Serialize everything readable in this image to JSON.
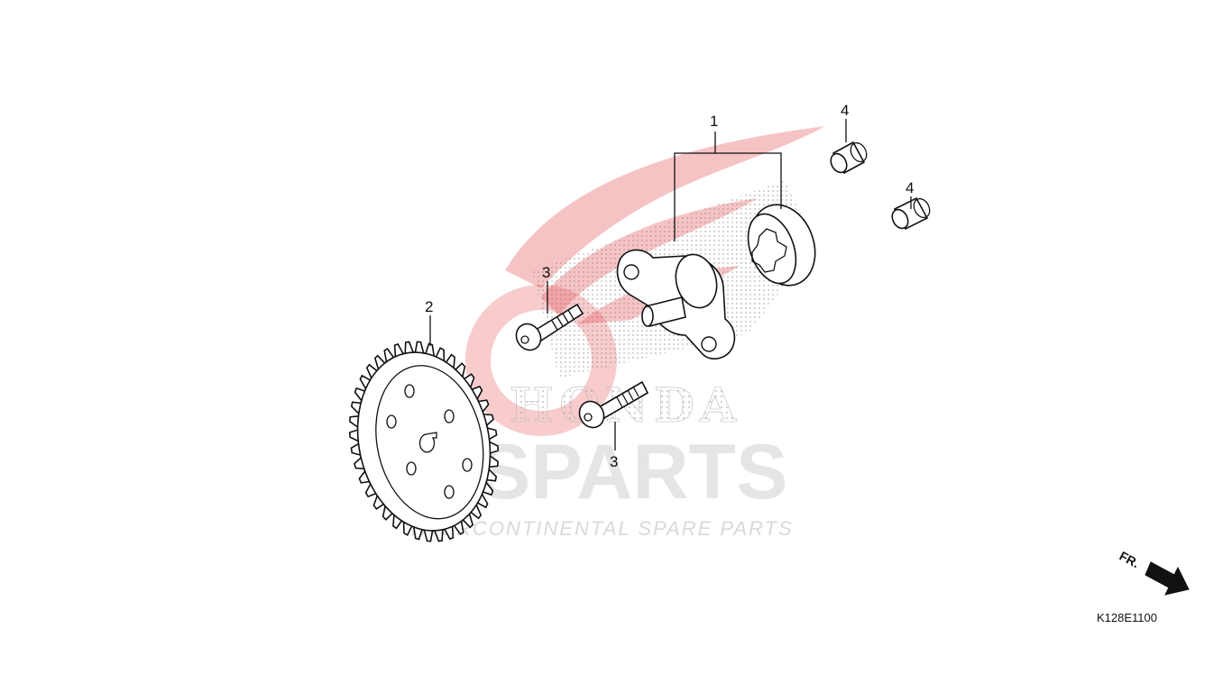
{
  "diagram": {
    "callouts": [
      {
        "id": "pump",
        "label": "1"
      },
      {
        "id": "gear",
        "label": "2"
      },
      {
        "id": "bolt-upper",
        "label": "3"
      },
      {
        "id": "bolt-lower",
        "label": "3"
      },
      {
        "id": "pin-upper",
        "label": "4"
      },
      {
        "id": "pin-lower",
        "label": "4"
      }
    ],
    "direction_label": "FR.",
    "diagram_code": "K128E1100"
  },
  "watermark": {
    "brand": "HONDA",
    "logo_text": "ICSPARTS",
    "tagline": "INTERCONTINENTAL SPARE PARTS",
    "colors": {
      "red": "#e8555a",
      "grey": "#d7d7d7"
    }
  }
}
